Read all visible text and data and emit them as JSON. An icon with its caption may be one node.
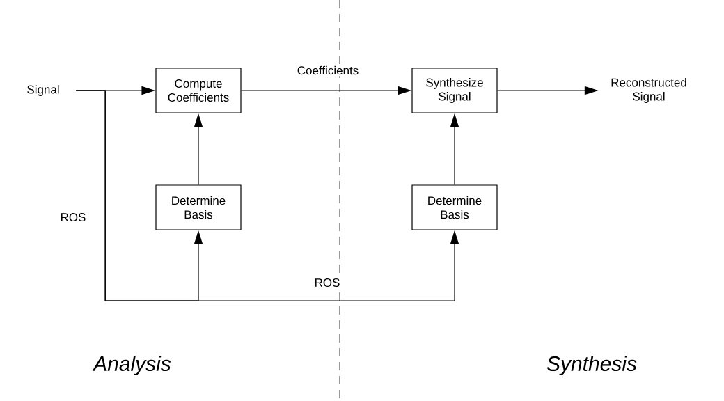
{
  "diagram": {
    "nodes": [
      {
        "text": [
          "Signal"
        ]
      },
      {
        "text": [
          "Compute Coefficients"
        ]
      },
      {
        "text": [
          "Determine Basis"
        ]
      },
      {
        "text": [
          "Synthesize Signal"
        ]
      },
      {
        "text": [
          "Determine Basis"
        ]
      },
      {
        "text": [
          "Reconstructed Signal"
        ]
      }
    ],
    "edges": [
      {
        "from": 0,
        "to": 1,
        "arrow": "to"
      },
      {
        "from": 0,
        "to": 2,
        "arrow": "to",
        "label": "ROS"
      },
      {
        "from": 0,
        "to": 4,
        "arrow": "to",
        "label": "ROS"
      },
      {
        "from": 2,
        "to": 1,
        "arrow": "to"
      },
      {
        "from": 4,
        "to": 3,
        "arrow": "to"
      },
      {
        "from": 1,
        "to": 3,
        "arrow": "to",
        "label": "Coefficients"
      },
      {
        "from": 3,
        "to": 5,
        "arrow": "to"
      }
    ],
    "labels": [
      "Analysis",
      "Synthesis"
    ]
  }
}
